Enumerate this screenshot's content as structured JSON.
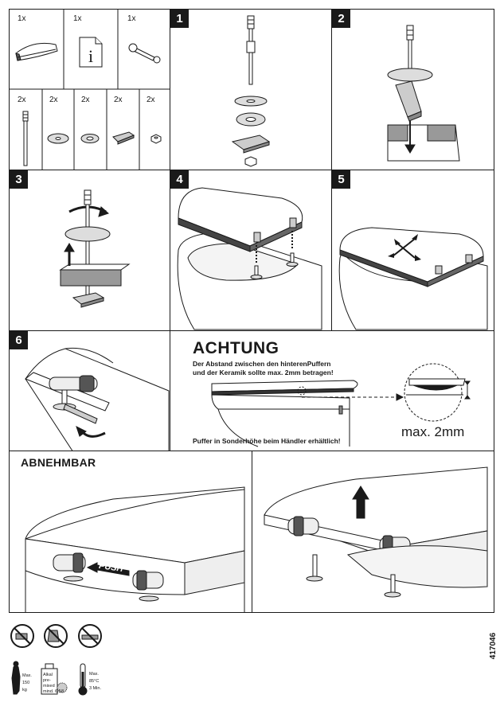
{
  "parts": {
    "top": [
      {
        "qty": "1x",
        "icon": "toilet-seat-lid-icon"
      },
      {
        "qty": "1x",
        "icon": "info-sheet-icon",
        "glyph": "i"
      },
      {
        "qty": "1x",
        "icon": "wrench-icon"
      }
    ],
    "bottom": [
      {
        "qty": "2x",
        "icon": "hinge-bolt-icon"
      },
      {
        "qty": "2x",
        "icon": "washer-large-icon"
      },
      {
        "qty": "2x",
        "icon": "washer-small-icon"
      },
      {
        "qty": "2x",
        "icon": "clamp-plate-icon"
      },
      {
        "qty": "2x",
        "icon": "nut-icon"
      }
    ]
  },
  "steps": [
    "1",
    "2",
    "3",
    "4",
    "5",
    "6"
  ],
  "warning": {
    "title": "ACHTUNG",
    "line1": "Der Abstand zwischen den hinterenPuffern",
    "line2": "und der Keramik sollte max. 2mm betragen!",
    "max_label": "max. 2mm",
    "footer": "Puffer in Sonderhöhe beim Händler erhältlich!"
  },
  "removable": {
    "title": "ABNEHMBAR",
    "push_label": "PUSH"
  },
  "care": {
    "icons": [
      "no-abrasive-sponge-icon",
      "no-chemical-cleaner-icon",
      "no-heavy-load-icon"
    ],
    "weight": {
      "line1": "Max.",
      "line2": "150",
      "line3": "kg"
    },
    "cleaner": {
      "line1": "Alkal",
      "line2": "pre-",
      "line3": "mixed",
      "line4": "mind. 6.5",
      "line5": "8"
    },
    "temperature": {
      "line1": "Max.",
      "line2": "85°C",
      "line3": "3 Min."
    }
  },
  "document_number": "417046"
}
